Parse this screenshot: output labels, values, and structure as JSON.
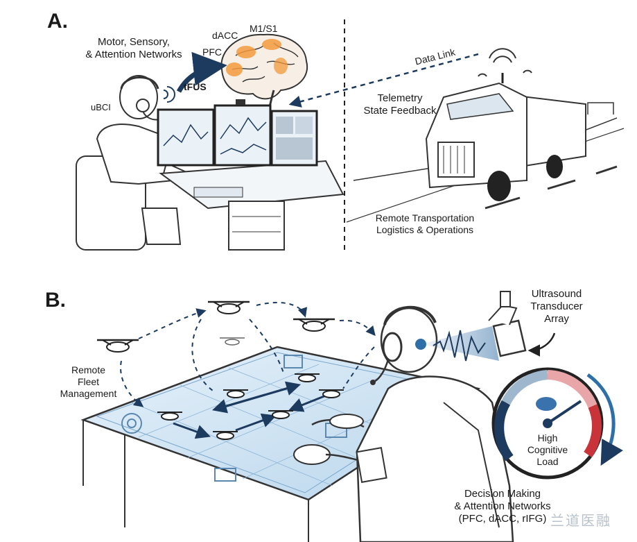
{
  "panel_a": {
    "letter": "A.",
    "networks_label": [
      "Motor, Sensory,",
      "& Attention Networks"
    ],
    "brain_regions": {
      "dacc": "dACC",
      "m1s1": "M1/S1",
      "pfc": "PFC"
    },
    "tfus": "tFUS",
    "ubci": "uBCI",
    "data_link": "Data Link",
    "telemetry": [
      "Telemetry",
      "State Feedback"
    ],
    "remote_transport": [
      "Remote Transportation",
      "Logistics & Operations"
    ]
  },
  "panel_b": {
    "letter": "B.",
    "ultrasound": [
      "Ultrasound",
      "Transducer",
      "Array"
    ],
    "fleet": [
      "Remote",
      "Fleet",
      "Management"
    ],
    "gauge": [
      "High",
      "Cognitive",
      "Load"
    ],
    "decision": [
      "Decision Making",
      "& Attention Networks",
      "(PFC, dACC, rIFG)"
    ]
  },
  "watermark": "兰道医融",
  "colors": {
    "accent_orange": "#f39a3c",
    "navy": "#1d3a5f",
    "gauge_red": "#c8343a",
    "table_blue": "#cfe4f4"
  }
}
